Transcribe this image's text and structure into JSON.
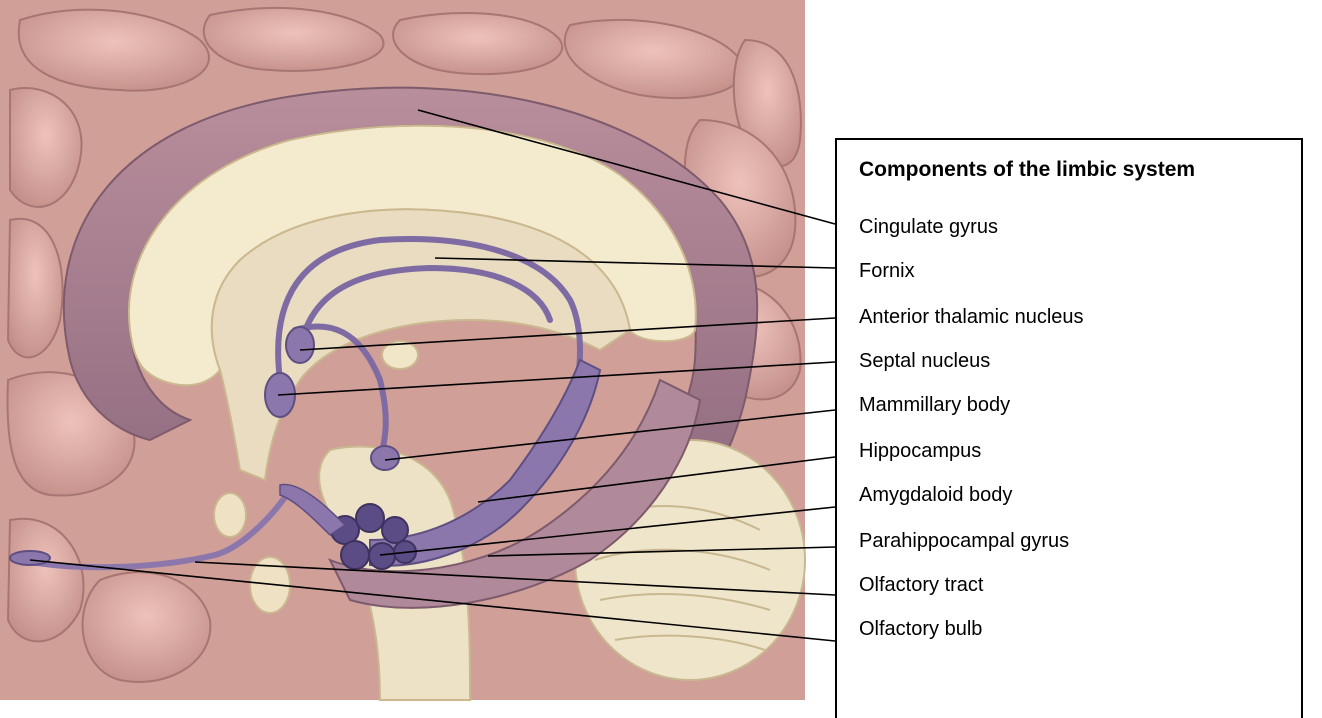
{
  "legend": {
    "title": "Components of the limbic system",
    "items": [
      "Cingulate gyrus",
      "Fornix",
      "Anterior thalamic nucleus",
      "Septal nucleus",
      "Mammillary body",
      "Hippocampus",
      "Amygdaloid body",
      "Parahippocampal gyrus",
      "Olfactory tract",
      "Olfactory bulb"
    ]
  },
  "colors": {
    "cortex": "#d9a9a2",
    "cingulate": "#a97f8f",
    "white_matter": "#f4ebcf",
    "limbic_purple": "#7f6ba3",
    "brainstem": "#e8dcc0"
  }
}
